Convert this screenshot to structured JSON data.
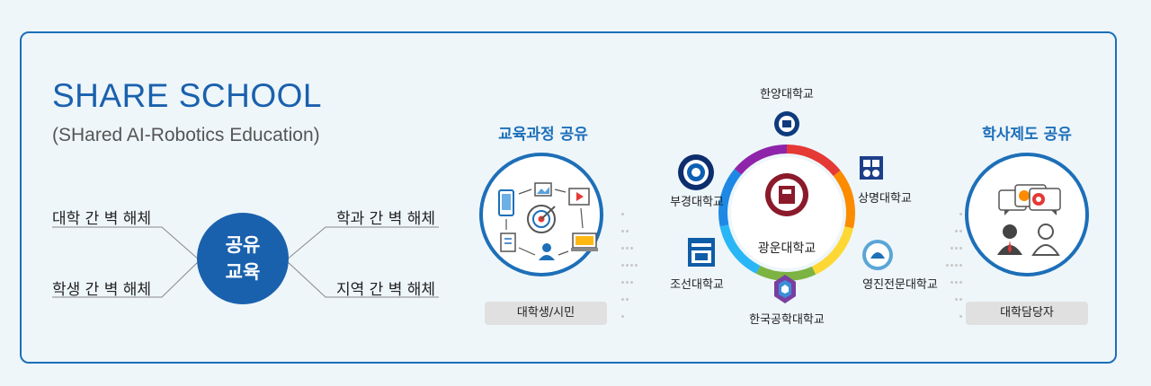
{
  "title": "SHARE SCHOOL",
  "subtitle": "(SHared AI-Robotics Education)",
  "barriers": {
    "top_left": "대학 간 벽 해체",
    "bottom_left": "학생 간 벽 해체",
    "top_right": "학과 간 벽 해체",
    "bottom_right": "지역 간 벽 해체"
  },
  "center": {
    "line1": "공유",
    "line2": "교육"
  },
  "curriculum": {
    "title": "교육과정 공유",
    "tag": "대학생/시민"
  },
  "academic": {
    "title": "학사제도 공유",
    "tag": "대학담당자"
  },
  "hub": {
    "name": "광운대학교"
  },
  "universities": {
    "hanyang": "한양대학교",
    "bukyung": "부경대학교",
    "sangmyung": "상명대학교",
    "chosun": "조선대학교",
    "youngjin": "영진전문대학교",
    "korea_tech": "한국공학대학교"
  },
  "icons": {
    "hub_logo": "university-seal-icon",
    "curriculum_graphic": "learning-cycle-icon",
    "academic_graphic": "meeting-users-icon"
  },
  "colors": {
    "primary": "#1d6fb8",
    "hub_red": "#8b1a2b",
    "ring": [
      "#e53935",
      "#fb8c00",
      "#fdd835",
      "#7cb342",
      "#29b6f6",
      "#1e88e5",
      "#8e24aa"
    ]
  }
}
